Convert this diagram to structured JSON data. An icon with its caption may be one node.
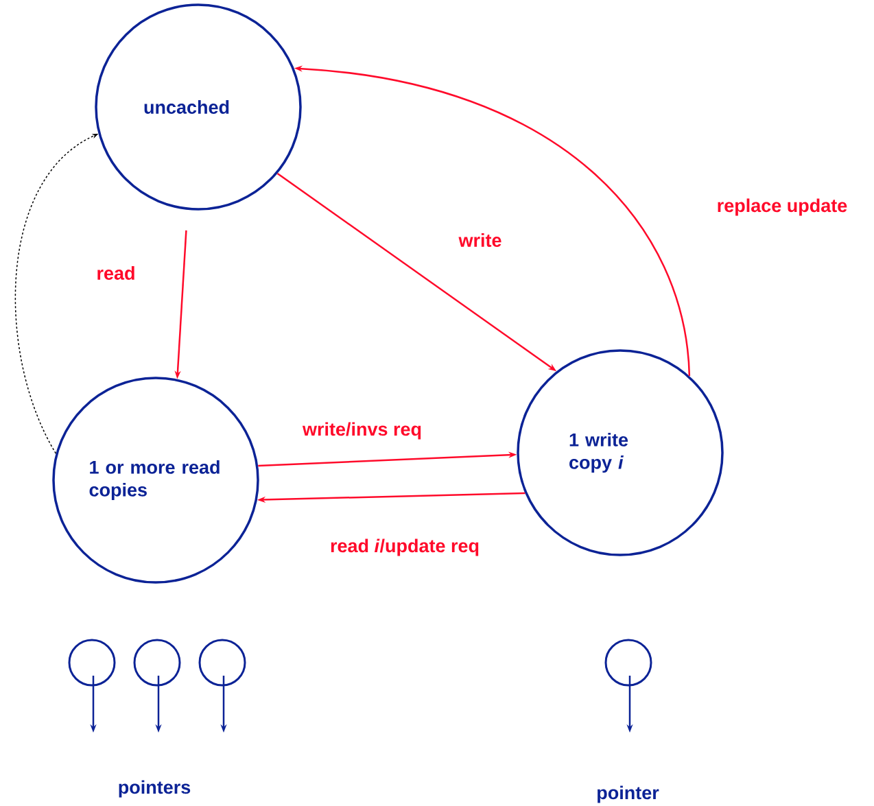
{
  "diagram": {
    "nodes": [
      {
        "text": [
          "uncached"
        ]
      },
      {
        "text": [
          "1 or more read copies"
        ]
      },
      {
        "text": [
          "1 write copy *i*"
        ]
      }
    ],
    "edges": [
      {
        "from": 0,
        "to": 1,
        "arrow": "to",
        "label": "read"
      },
      {
        "from": 0,
        "to": 2,
        "arrow": "to",
        "label": "write"
      },
      {
        "from": 2,
        "to": 0,
        "arrow": "to",
        "label": "replace update"
      },
      {
        "from": 1,
        "to": 2,
        "arrow": "to",
        "label": "write/invs req"
      },
      {
        "from": 2,
        "to": 1,
        "arrow": "to",
        "label": "read *i*/update req"
      },
      {
        "from": 1,
        "to": 0,
        "arrow": "to",
        "style": "dashed",
        "color": "#000000"
      }
    ],
    "labels": [
      "pointers",
      "pointer"
    ]
  }
}
